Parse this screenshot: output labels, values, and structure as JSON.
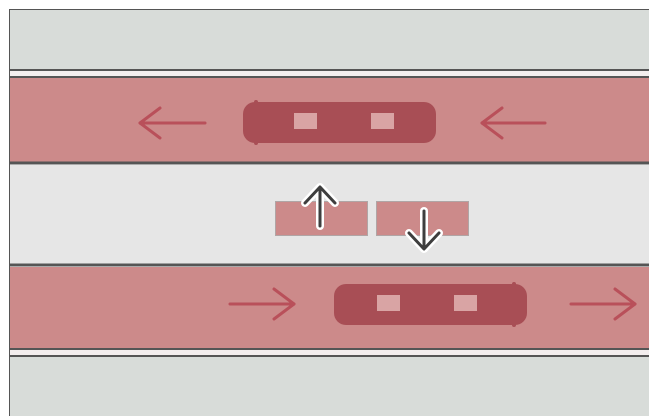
{
  "diagram": {
    "description_text": "",
    "lanes": [
      {
        "id": "top-sidewalk",
        "kind": "sidewalk"
      },
      {
        "id": "upper-lane",
        "kind": "vehicle-lane",
        "flow": "right-to-left"
      },
      {
        "id": "median",
        "kind": "platform"
      },
      {
        "id": "lower-lane",
        "kind": "vehicle-lane",
        "flow": "left-to-right"
      },
      {
        "id": "bottom-sidewalk",
        "kind": "sidewalk"
      }
    ],
    "vehicles": [
      {
        "lane": "upper-lane",
        "direction": "left"
      },
      {
        "lane": "lower-lane",
        "direction": "right"
      }
    ],
    "platform_exchange": [
      {
        "name": "boarding",
        "arrow": "up"
      },
      {
        "name": "alighting",
        "arrow": "down"
      }
    ]
  },
  "colors": {
    "sidewalk": "#d8dcd9",
    "lane": "#cc8a8a",
    "vehicle": "#a84e55",
    "vehicle_window": "#d9a4a4",
    "median": "#e6e6e6",
    "platform_pad": "#cc8a8a",
    "arrow_flow": "#b9505a",
    "arrow_exchange": "#3e3e3e",
    "line_dark": "#555555"
  }
}
